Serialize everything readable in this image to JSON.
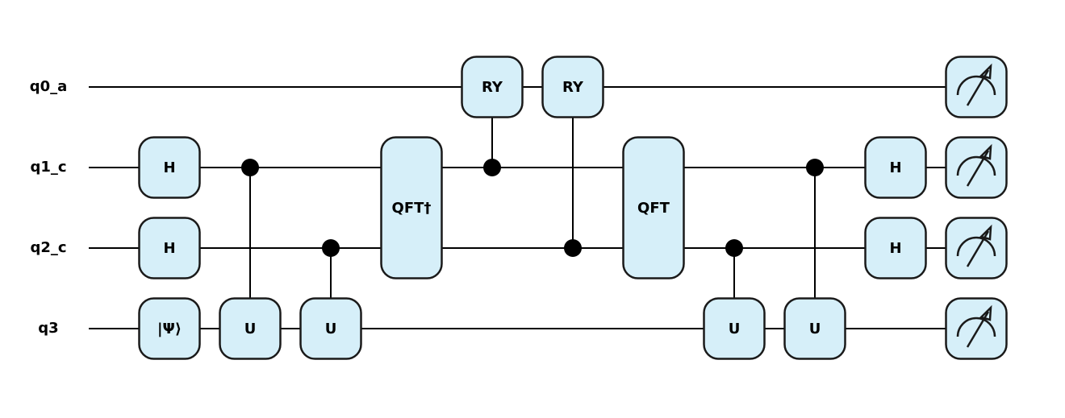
{
  "qubits": [
    "q0_a",
    "q1_c",
    "q2_c",
    "q3"
  ],
  "colors": {
    "gate_fill": "#d6eff9",
    "gate_stroke": "#1a1a1a",
    "wire": "#000000"
  },
  "gates": [
    {
      "label": "H",
      "qubits": [
        1
      ],
      "col": 1
    },
    {
      "label": "H",
      "qubits": [
        2
      ],
      "col": 1
    },
    {
      "label": "|Ψ⟩",
      "qubits": [
        3
      ],
      "col": 1
    },
    {
      "label": "U",
      "qubits": [
        3
      ],
      "col": 2,
      "controls": [
        1
      ]
    },
    {
      "label": "U",
      "qubits": [
        3
      ],
      "col": 3,
      "controls": [
        2
      ]
    },
    {
      "label": "QFT†",
      "qubits": [
        1,
        2
      ],
      "col": 4
    },
    {
      "label": "RY",
      "qubits": [
        0
      ],
      "col": 5,
      "controls": [
        1
      ]
    },
    {
      "label": "RY",
      "qubits": [
        0
      ],
      "col": 6,
      "controls": [
        2
      ]
    },
    {
      "label": "QFT",
      "qubits": [
        1,
        2
      ],
      "col": 7
    },
    {
      "label": "U",
      "qubits": [
        3
      ],
      "col": 8,
      "controls": [
        2
      ]
    },
    {
      "label": "U",
      "qubits": [
        3
      ],
      "col": 9,
      "controls": [
        1
      ]
    },
    {
      "label": "H",
      "qubits": [
        1
      ],
      "col": 10
    },
    {
      "label": "H",
      "qubits": [
        2
      ],
      "col": 10
    }
  ],
  "measurements": {
    "qubits": [
      0,
      1,
      2,
      3
    ],
    "col": 11,
    "icon": "meter-icon"
  }
}
